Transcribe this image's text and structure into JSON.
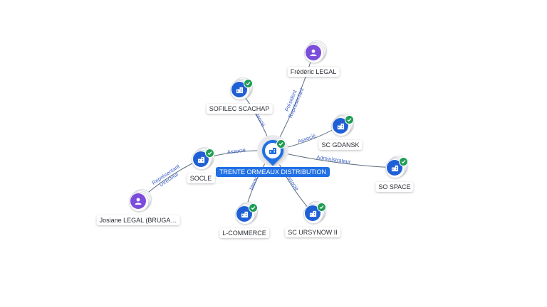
{
  "center": {
    "label": "TRENTE ORMEAUX DISTRIBUTION",
    "icon": "building-icon",
    "verified": true
  },
  "nodes": [
    {
      "id": "frederic",
      "label": "Frédéric LEGAL",
      "type": "person",
      "icon": "person-icon",
      "verified": false
    },
    {
      "id": "sofilec",
      "label": "SOFILEC SCACHAP",
      "type": "company",
      "icon": "building-icon",
      "verified": true
    },
    {
      "id": "gdansk",
      "label": "SC GDANSK",
      "type": "company",
      "icon": "building-icon",
      "verified": true
    },
    {
      "id": "sospace",
      "label": "SO SPACE",
      "type": "company",
      "icon": "building-icon",
      "verified": true
    },
    {
      "id": "socle",
      "label": "SOCLE",
      "type": "company",
      "icon": "building-icon",
      "verified": true
    },
    {
      "id": "josiane",
      "label": "Josiane LEGAL (BRUGA…",
      "type": "person",
      "icon": "person-icon",
      "verified": false
    },
    {
      "id": "lcommerce",
      "label": "L-COMMERCE",
      "type": "company",
      "icon": "building-icon",
      "verified": true
    },
    {
      "id": "ursynow",
      "label": "SC URSYNOW II",
      "type": "company",
      "icon": "building-icon",
      "verified": true
    }
  ],
  "edges": [
    {
      "from": "center",
      "to": "frederic",
      "labels": [
        "Président",
        "Représentant"
      ]
    },
    {
      "from": "center",
      "to": "sofilec",
      "labels": [
        "Associé"
      ]
    },
    {
      "from": "center",
      "to": "gdansk",
      "labels": [
        "Associé"
      ]
    },
    {
      "from": "center",
      "to": "sospace",
      "labels": [
        "Administrateur"
      ]
    },
    {
      "from": "center",
      "to": "socle",
      "labels": [
        "Associé"
      ]
    },
    {
      "from": "socle",
      "to": "josiane",
      "labels": [
        "Directeur",
        "Représentant"
      ]
    },
    {
      "from": "center",
      "to": "lcommerce",
      "labels": [
        "Membre"
      ]
    },
    {
      "from": "center",
      "to": "ursynow",
      "labels": [
        "Associé"
      ]
    }
  ],
  "colors": {
    "company": "#1f5fd6",
    "person": "#7c4ddb",
    "verified": "#1f9d55",
    "center": "#1f6fe5",
    "edge_label": "#3f63c7"
  }
}
